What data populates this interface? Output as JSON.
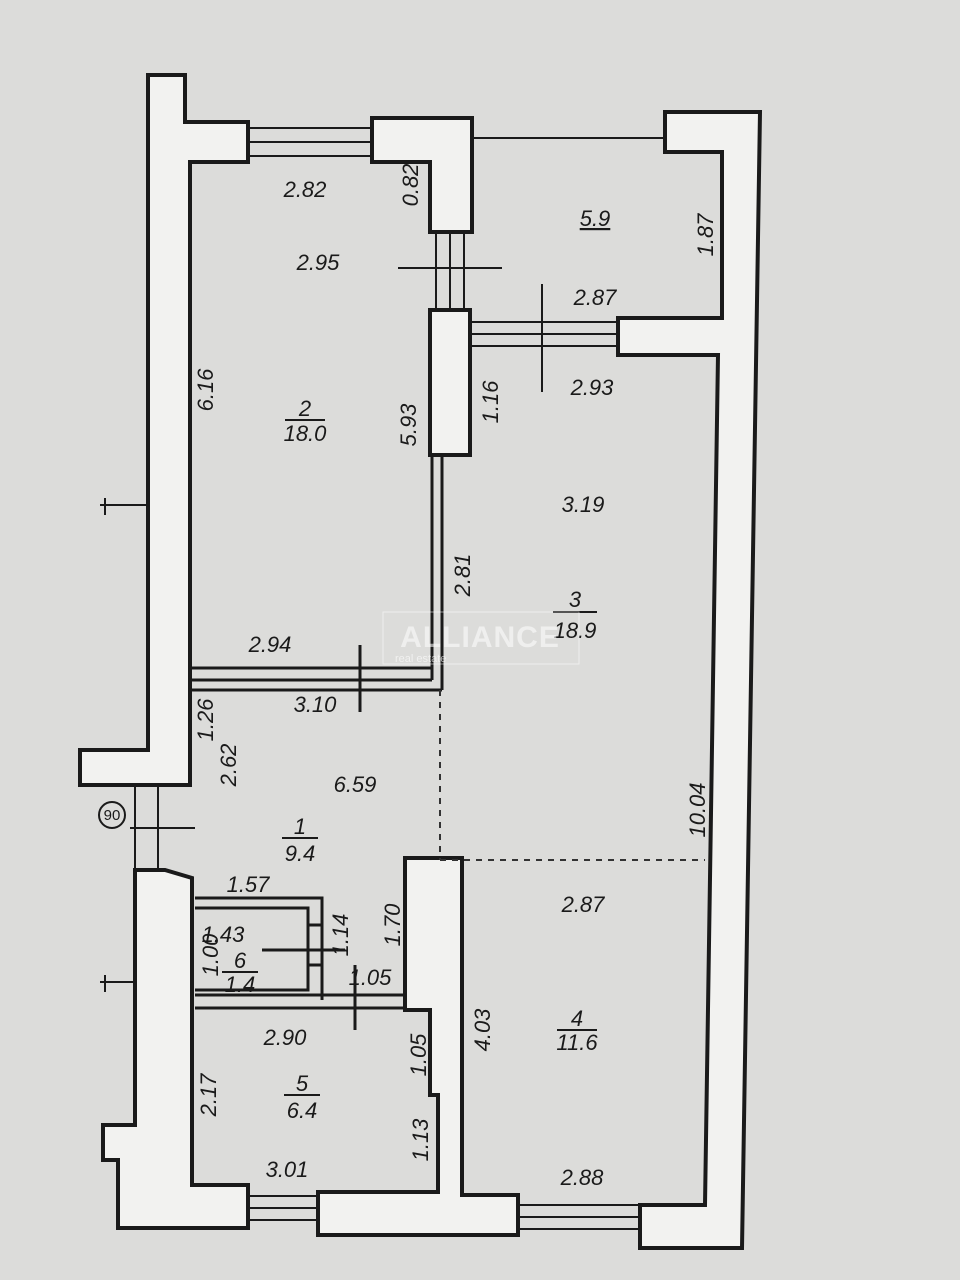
{
  "colors": {
    "paper": "#dcdcda",
    "ink": "#1a1a1a"
  },
  "watermark": {
    "brand": "ALLIANCE",
    "tagline": "real estate"
  },
  "rooms": [
    {
      "number": "1",
      "area": "9.4"
    },
    {
      "number": "2",
      "area": "18.0"
    },
    {
      "number": "3",
      "area": "18.9"
    },
    {
      "number": "4",
      "area": "11.6"
    },
    {
      "number": "5",
      "area": "6.4"
    },
    {
      "number": "6",
      "area": "1.4"
    },
    {
      "area": "5.9"
    }
  ],
  "axis_marker": "90",
  "dimensions": [
    "2.82",
    "0.82",
    "2.95",
    "1.87",
    "2.87",
    "2.93",
    "6.16",
    "5.93",
    "1.16",
    "3.19",
    "2.81",
    "2.94",
    "3.10",
    "1.26",
    "2.62",
    "6.59",
    "10.04",
    "2.87",
    "1.57",
    "1.43",
    "1.14",
    "1.70",
    "1.00",
    "1.05",
    "2.90",
    "1.05",
    "4.03",
    "2.17",
    "1.13",
    "3.01",
    "2.88"
  ]
}
